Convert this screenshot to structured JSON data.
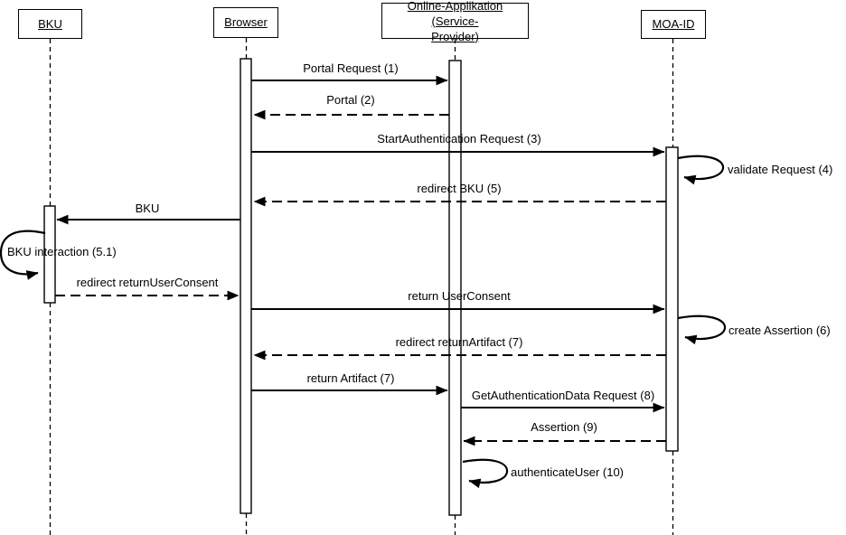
{
  "diagram_type": "uml-sequence-diagram",
  "colors": {
    "line": "#000000",
    "background": "#ffffff",
    "text": "#000000"
  },
  "actors": [
    {
      "id": "bku",
      "label": "BKU"
    },
    {
      "id": "browser",
      "label": "Browser"
    },
    {
      "id": "online-app",
      "label": "Online-Applikation (Service-Provider)",
      "label_lines": [
        "Online-Applikation (Service-",
        "Provider)"
      ]
    },
    {
      "id": "moa-id",
      "label": "MOA-ID"
    }
  ],
  "messages": [
    {
      "label": "Portal Request (1)",
      "from": "Browser",
      "to": "Online-Applikation (Service-Provider)",
      "style": "solid"
    },
    {
      "label": "Portal (2)",
      "from": "Online-Applikation (Service-Provider)",
      "to": "Browser",
      "style": "dashed"
    },
    {
      "label": "StartAuthentication Request (3)",
      "from": "Browser",
      "to": "MOA-ID",
      "style": "solid"
    },
    {
      "label": "validate Request (4)",
      "type": "self",
      "on": "MOA-ID"
    },
    {
      "label": "redirect BKU (5)",
      "from": "MOA-ID",
      "to": "Browser",
      "style": "dashed"
    },
    {
      "label": "BKU",
      "from": "Browser",
      "to": "BKU",
      "style": "solid"
    },
    {
      "label": "BKU interaction (5.1)",
      "type": "self",
      "on": "BKU"
    },
    {
      "label": "redirect returnUserConsent",
      "from": "BKU",
      "to": "Browser",
      "style": "dashed"
    },
    {
      "label": "return UserConsent",
      "from": "Browser",
      "to": "MOA-ID",
      "style": "solid"
    },
    {
      "label": "create Assertion (6)",
      "type": "self",
      "on": "MOA-ID"
    },
    {
      "label": "redirect returnArtifact (7)",
      "from": "MOA-ID",
      "to": "Browser",
      "style": "dashed"
    },
    {
      "label": "return Artifact (7)",
      "from": "Browser",
      "to": "Online-Applikation (Service-Provider)",
      "style": "solid"
    },
    {
      "label": "GetAuthenticationData Request (8)",
      "from": "Online-Applikation (Service-Provider)",
      "to": "MOA-ID",
      "style": "solid"
    },
    {
      "label": "Assertion (9)",
      "from": "MOA-ID",
      "to": "Online-Applikation (Service-Provider)",
      "style": "dashed"
    },
    {
      "label": "authenticateUser (10)",
      "type": "self",
      "on": "Online-Applikation (Service-Provider)"
    }
  ]
}
